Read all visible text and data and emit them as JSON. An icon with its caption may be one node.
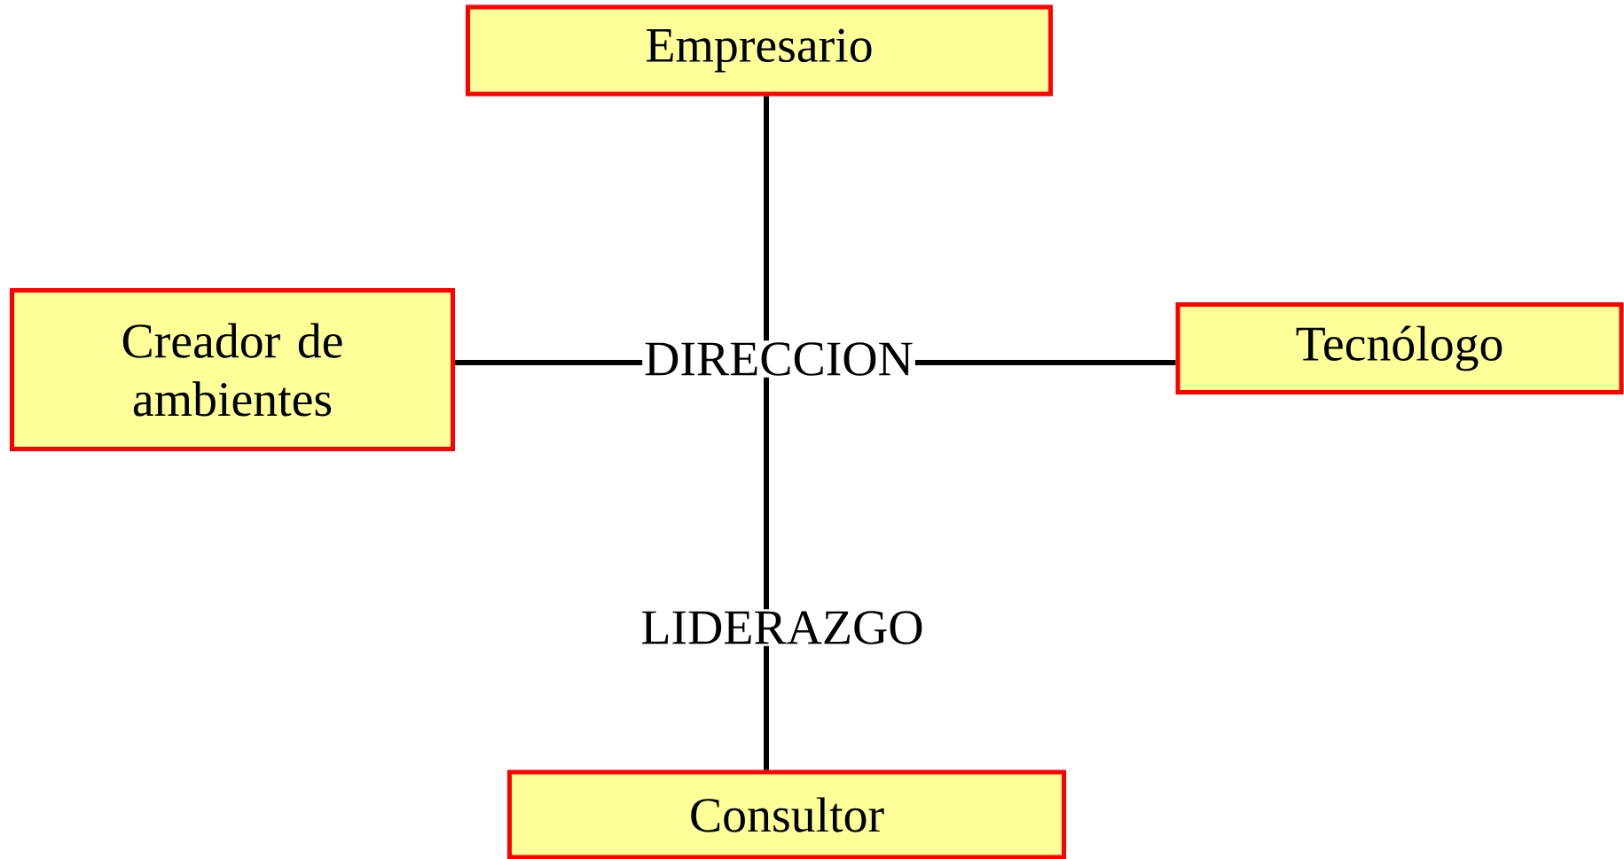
{
  "diagram": {
    "nodes": [
      {
        "text": [
          "Empresario"
        ]
      },
      {
        "text": [
          "Creador de ambientes"
        ]
      },
      {
        "text": [
          "Tecnólogo"
        ]
      },
      {
        "text": [
          "Consultor"
        ]
      }
    ],
    "edges": [
      {
        "from": 1,
        "to": 2,
        "arrow": "none",
        "label": "DIRECCION"
      },
      {
        "from": 0,
        "to": 3,
        "arrow": "none",
        "label": "LIDERAZGO"
      }
    ]
  }
}
